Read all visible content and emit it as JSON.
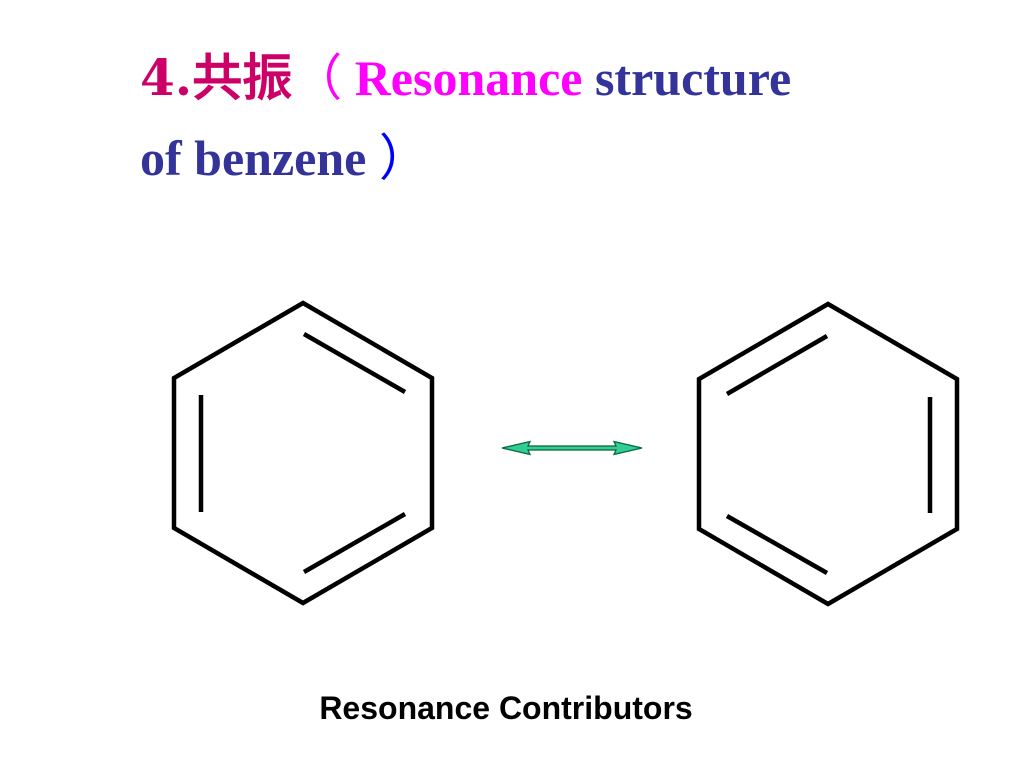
{
  "title": {
    "number": "4.",
    "chinese": "共振",
    "open_paren": "（",
    "keyword": "Resonance",
    "rest_line1": " structure",
    "rest_line2": "of benzene",
    "close_paren": "）"
  },
  "caption": "Resonance Contributors",
  "colors": {
    "title_blue": "#333399",
    "title_magenta": "#ff00ff",
    "chinese_magenta": "#cc0066",
    "paren_blue": "#0000ff",
    "bond": "#000000",
    "arrow_fill": "#33cc99",
    "arrow_stroke": "#006633"
  },
  "diagram": {
    "left_structure": "benzene-kekule-1",
    "arrow": "double-headed-resonance-arrow",
    "right_structure": "benzene-kekule-2"
  }
}
